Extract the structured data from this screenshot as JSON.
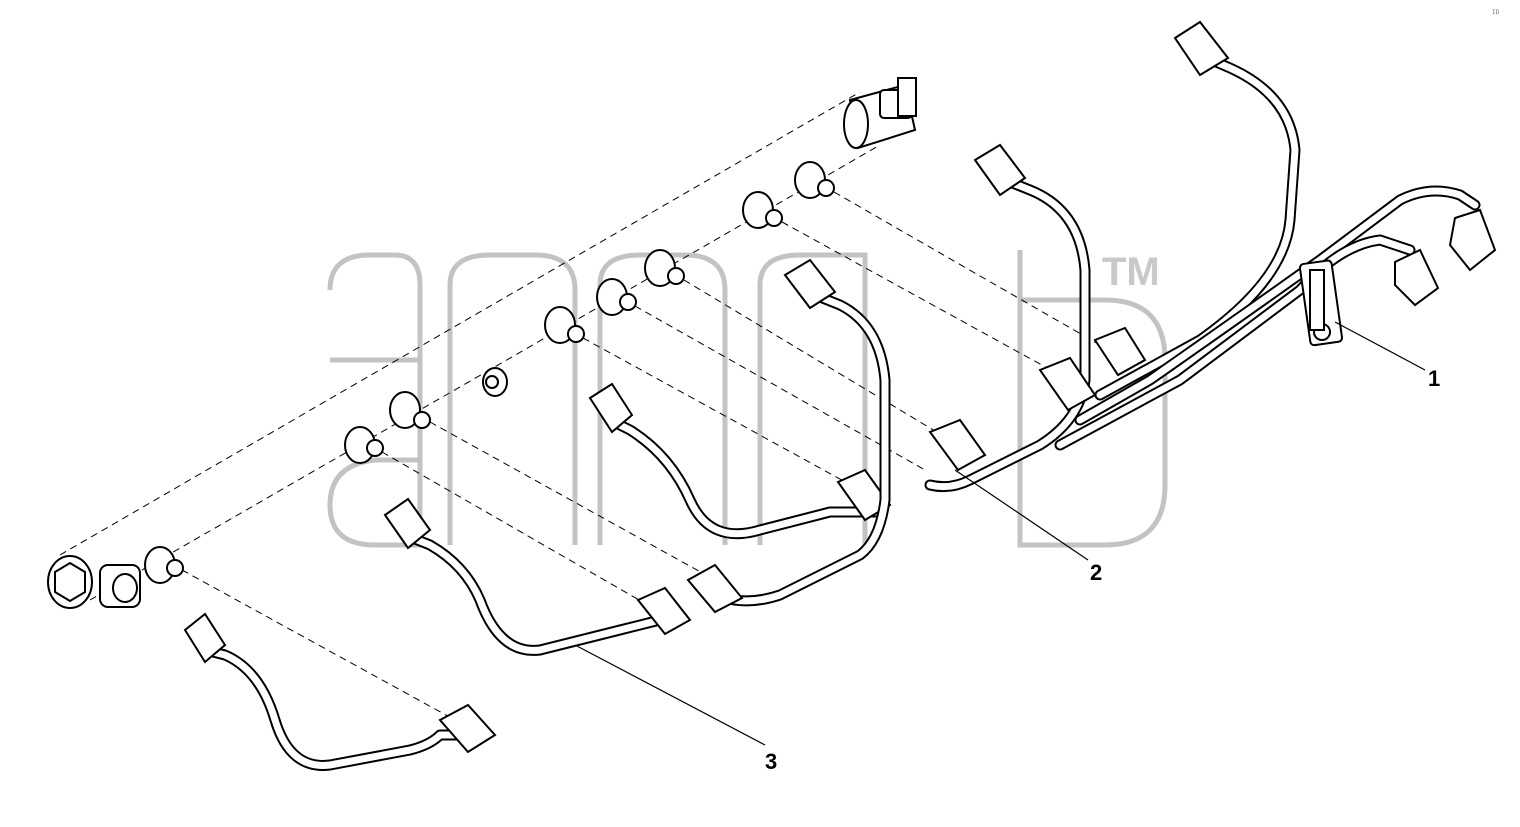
{
  "watermark": {
    "tm": "TM"
  },
  "callouts": [
    {
      "id": "1",
      "label": "1"
    },
    {
      "id": "2",
      "label": "2"
    },
    {
      "id": "3",
      "label": "3"
    }
  ],
  "corner_mark": "ID"
}
